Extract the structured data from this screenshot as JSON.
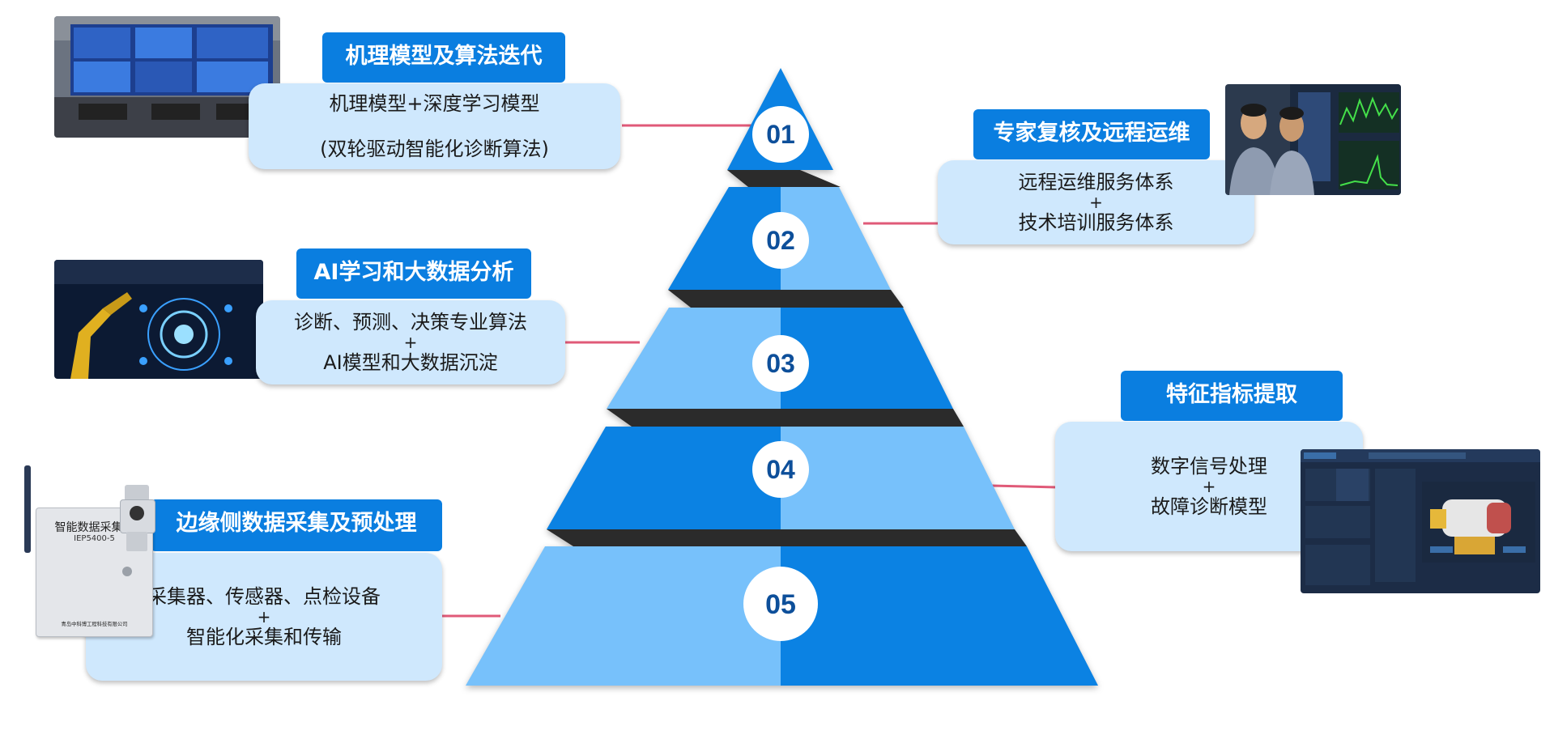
{
  "colors": {
    "dark_blue": "#0b82e3",
    "light_blue": "#77c1fb",
    "ledge": "#2b2b2b",
    "tag_blue": "#0a7ee0",
    "card_bg": "#cfe8fd",
    "connector": "#e05a78",
    "number_text": "#0d4f9a"
  },
  "pyramid": {
    "levels": [
      {
        "number": "01"
      },
      {
        "number": "02"
      },
      {
        "number": "03"
      },
      {
        "number": "04"
      },
      {
        "number": "05"
      }
    ]
  },
  "blocks": {
    "b1": {
      "title": "机理模型及算法迭代",
      "line1": "机理模型+深度学习模型",
      "line2": "(双轮驱动智能化诊断算法)"
    },
    "b2": {
      "title": "专家复核及远程运维",
      "line1": "远程运维服务体系",
      "plus": "+",
      "line2": "技术培训服务体系"
    },
    "b3": {
      "title": "AI学习和大数据分析",
      "line1": "诊断、预测、决策专业算法",
      "plus": "+",
      "line2": "AI模型和大数据沉淀"
    },
    "b4": {
      "title": "特征指标提取",
      "line1": "数字信号处理",
      "plus": "+",
      "line2": "故障诊断模型"
    },
    "b5": {
      "title": "边缘侧数据采集及预处理",
      "line1": "采集器、传感器、点检设备",
      "plus": "+",
      "line2": "智能化采集和传输"
    }
  },
  "device": {
    "name": "智能数据采集器",
    "model": "IEP5400-5",
    "company": "青岛中科博工程科技有限公司"
  },
  "icons": {
    "photo1": "control-room-photo",
    "photo2": "engineers-photo",
    "photo3": "ai-robot-photo",
    "photo4": "software-screen-photo",
    "photo5": "data-collector-device"
  }
}
